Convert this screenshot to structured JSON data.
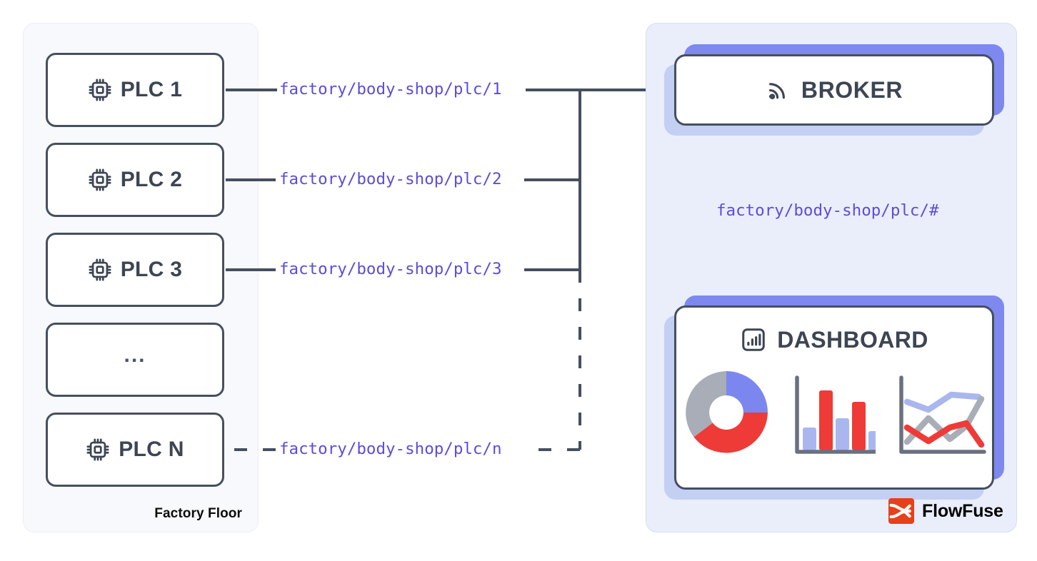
{
  "factory": {
    "panel_label": "Factory Floor",
    "devices": [
      {
        "label": "PLC 1",
        "icon": "chip-icon",
        "topic": "factory/body-shop/plc/1",
        "style": "solid"
      },
      {
        "label": "PLC 2",
        "icon": "chip-icon",
        "topic": "factory/body-shop/plc/2",
        "style": "solid"
      },
      {
        "label": "PLC 3",
        "icon": "chip-icon",
        "topic": "factory/body-shop/plc/3",
        "style": "solid"
      },
      {
        "label": "...",
        "icon": "",
        "topic": "",
        "style": "none"
      },
      {
        "label": "PLC N",
        "icon": "chip-icon",
        "topic": "factory/body-shop/plc/n",
        "style": "dashed"
      }
    ]
  },
  "cloud": {
    "broker": {
      "label": "BROKER",
      "icon": "rss-signal-icon"
    },
    "subscription_topic": "factory/body-shop/plc/#",
    "dashboard": {
      "label": "DASHBOARD",
      "icon": "bar-chart-square-icon"
    },
    "brand": {
      "name": "FlowFuse",
      "mark": "flowfuse-logo-icon"
    }
  },
  "colors": {
    "ink": "#3d4553",
    "stroke": "#454f5e",
    "topic_purple": "#5b4ed8",
    "panel_left_bg": "#f8f9fc",
    "panel_right_bg": "#eaeefb",
    "shadow_strong": "#7e88ef",
    "shadow_soft": "#c4cff4",
    "chart_blue": "#7b87ef",
    "chart_light_blue": "#aab7ee",
    "chart_red": "#ee3b37",
    "chart_gray": "#a8adb7",
    "brand_orange": "#e8401a"
  },
  "chart_data": [
    {
      "type": "pie",
      "title": "",
      "categories": [
        "gray",
        "blue",
        "red"
      ],
      "values": [
        40,
        15,
        45
      ],
      "colors": [
        "#a8adb7",
        "#7b87ef",
        "#ee3b37"
      ],
      "donut_hole": 0.42,
      "legend": "none"
    },
    {
      "type": "bar",
      "title": "",
      "categories": [
        "1",
        "2",
        "3",
        "4",
        "5"
      ],
      "values": [
        34,
        88,
        52,
        74,
        27
      ],
      "colors": [
        "#aab7ee",
        "#ee3b37",
        "#aab7ee",
        "#ee3b37",
        "#aab7ee"
      ],
      "xlabel": "",
      "ylabel": "",
      "ylim": [
        0,
        100
      ],
      "grid": false,
      "legend": "none"
    },
    {
      "type": "line",
      "title": "",
      "x": [
        0,
        1,
        2,
        3,
        4
      ],
      "series": [
        {
          "name": "light-blue",
          "values": [
            72,
            62,
            78,
            82,
            80
          ],
          "color": "#aab7ee"
        },
        {
          "name": "gray",
          "values": [
            20,
            52,
            25,
            40,
            84
          ],
          "color": "#a8adb7"
        },
        {
          "name": "red",
          "values": [
            40,
            18,
            38,
            48,
            12
          ],
          "color": "#ee3b37"
        }
      ],
      "xlabel": "",
      "ylabel": "",
      "ylim": [
        0,
        100
      ],
      "grid": false,
      "legend": "none"
    }
  ]
}
